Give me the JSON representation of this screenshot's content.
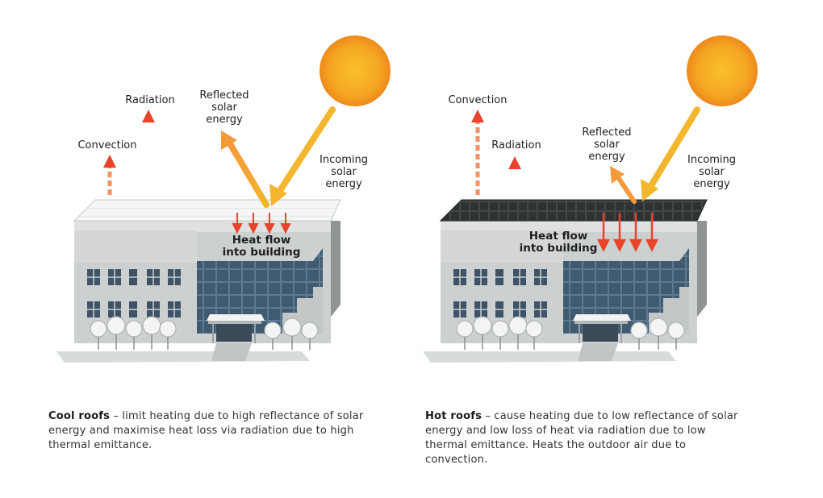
{
  "cool": {
    "labels": {
      "radiation": "Radiation",
      "convection": "Convection",
      "reflected": [
        "Reflected",
        "solar",
        "energy"
      ],
      "incoming": [
        "Incoming",
        "solar",
        "energy"
      ],
      "heat_flow": [
        "Heat flow",
        "into building"
      ]
    },
    "caption_title": "Cool roofs",
    "caption_text": " – limit heating due to high reflectance of solar energy and maximise heat loss via radiation due to high thermal emittance."
  },
  "hot": {
    "labels": {
      "convection": "Convection",
      "radiation": "Radiation",
      "reflected": [
        "Reflected",
        "solar",
        "energy"
      ],
      "incoming": [
        "Incoming",
        "solar",
        "energy"
      ],
      "heat_flow": [
        "Heat flow",
        "into building"
      ]
    },
    "caption_title": "Hot roofs",
    "caption_text": " – cause heating due to low reflectance of solar energy and low loss of heat via radiation due to low thermal emittance. Heats the outdoor air due to convection."
  },
  "colors": {
    "sun_core": "#f6b325",
    "sun_edge": "#f08a1c",
    "arrow_red": "#e8432b",
    "arrow_orange": "#f5a23a",
    "arrow_yellow": "#f3b62c",
    "cool_roof": "#f1f2f2",
    "hot_roof": "#2b2d2e",
    "wall": "#c9cccc",
    "glass": "#3e5a70"
  }
}
